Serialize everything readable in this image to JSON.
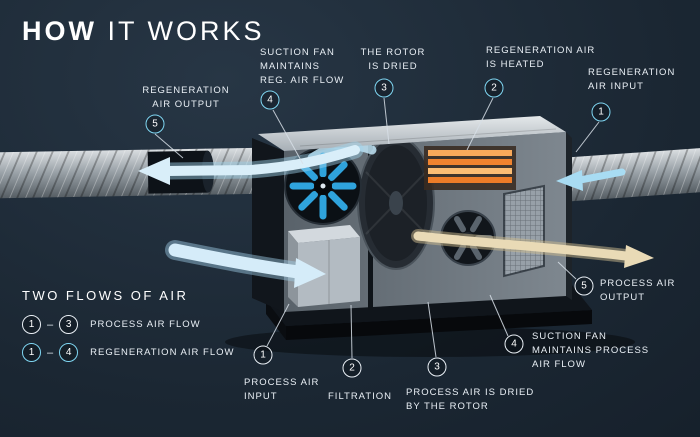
{
  "title": {
    "emphasis": "HOW",
    "rest": " IT WORKS"
  },
  "colors": {
    "background": "#1b2733",
    "regeneration_accent": "#7fd6f2",
    "process_accent": "#ffffff",
    "heater_orange": "#f0832f",
    "airflow_blue": "#cde9f8",
    "airflow_beige": "#e7d7b2"
  },
  "callouts": [
    {
      "id": "regeneration-air-output",
      "number": "5",
      "label": "REGENERATION\nAIR OUTPUT",
      "flow": "regeneration"
    },
    {
      "id": "suction-fan-reg",
      "number": "4",
      "label": "SUCTION FAN\nMAINTAINS\nREG. AIR FLOW",
      "flow": "regeneration"
    },
    {
      "id": "rotor-is-dried",
      "number": "3",
      "label": "THE ROTOR\nIS DRIED",
      "flow": "regeneration"
    },
    {
      "id": "regeneration-air-heated",
      "number": "2",
      "label": "REGENERATION AIR\nIS HEATED",
      "flow": "regeneration"
    },
    {
      "id": "regeneration-air-input",
      "number": "1",
      "label": "REGENERATION\nAIR INPUT",
      "flow": "regeneration"
    },
    {
      "id": "process-air-output",
      "number": "5",
      "label": "PROCESS AIR\nOUTPUT",
      "flow": "process"
    },
    {
      "id": "suction-fan-process",
      "number": "4",
      "label": "SUCTION FAN\nMAINTAINS PROCESS\nAIR FLOW",
      "flow": "process"
    },
    {
      "id": "process-air-dried",
      "number": "3",
      "label": "PROCESS AIR IS DRIED\nBY THE ROTOR",
      "flow": "process"
    },
    {
      "id": "filtration",
      "number": "2",
      "label": "FILTRATION",
      "flow": "process"
    },
    {
      "id": "process-air-input",
      "number": "1",
      "label": "PROCESS AIR\nINPUT",
      "flow": "process"
    }
  ],
  "legend": {
    "heading": "TWO FLOWS OF AIR",
    "dash": "–",
    "rows": [
      {
        "from": "1",
        "to": "3",
        "label": "PROCESS AIR FLOW",
        "flow": "process"
      },
      {
        "from": "1",
        "to": "4",
        "label": "REGENERATION AIR FLOW",
        "flow": "regeneration"
      }
    ]
  }
}
